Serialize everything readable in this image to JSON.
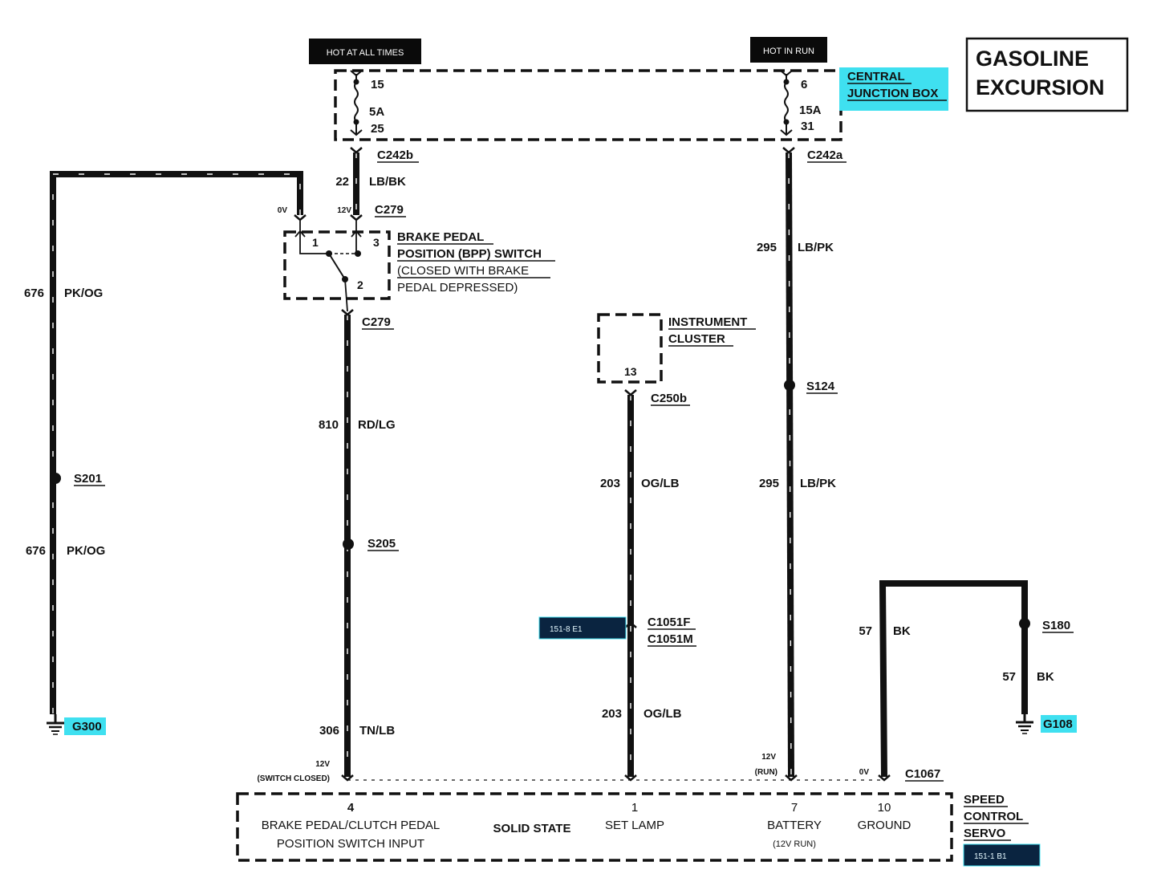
{
  "title": {
    "line1": "GASOLINE",
    "line2": "EXCURSION"
  },
  "power": {
    "hot_at_all_times": "HOT AT ALL TIMES",
    "hot_in_run": "HOT IN RUN"
  },
  "junction_box": {
    "line1": "CENTRAL",
    "line2": "JUNCTION BOX",
    "fuse_left": {
      "pin_top": "15",
      "rating": "5A",
      "pin_bottom": "25"
    },
    "fuse_right": {
      "pin_top": "6",
      "rating": "15A",
      "pin_bottom": "31"
    }
  },
  "connectors": {
    "c242b": "C242b",
    "c242a": "C242a",
    "c279_top": "C279",
    "c279_bottom": "C279",
    "c250b": "C250b",
    "c1051f": "C1051F",
    "c1051m": "C1051M",
    "c1067": "C1067"
  },
  "splices": {
    "s201": "S201",
    "s205": "S205",
    "s124": "S124",
    "s180": "S180"
  },
  "grounds": {
    "g300": "G300",
    "g108": "G108"
  },
  "wires": {
    "w22": {
      "num": "22",
      "color": "LB/BK"
    },
    "w676a": {
      "num": "676",
      "color": "PK/OG"
    },
    "w676b": {
      "num": "676",
      "color": "PK/OG"
    },
    "w810": {
      "num": "810",
      "color": "RD/LG"
    },
    "w306": {
      "num": "306",
      "color": "TN/LB"
    },
    "w203a": {
      "num": "203",
      "color": "OG/LB"
    },
    "w203b": {
      "num": "203",
      "color": "OG/LB"
    },
    "w295a": {
      "num": "295",
      "color": "LB/PK"
    },
    "w295b": {
      "num": "295",
      "color": "LB/PK"
    },
    "w57a": {
      "num": "57",
      "color": "BK"
    },
    "w57b": {
      "num": "57",
      "color": "BK"
    }
  },
  "voltages": {
    "v0_top": "0V",
    "v12_top": "12V",
    "v12_switch": "12V",
    "switch_closed": "(SWITCH CLOSED)",
    "v12_batt": "12V",
    "run": "(RUN)",
    "v0_gnd": "0V"
  },
  "bpp_switch": {
    "line1": "BRAKE PEDAL",
    "line2": "POSITION (BPP) SWITCH",
    "line3": "(CLOSED WITH BRAKE",
    "line4": "PEDAL DEPRESSED)",
    "pin1": "1",
    "pin2": "2",
    "pin3": "3"
  },
  "instrument_cluster": {
    "line1": "INSTRUMENT",
    "line2": "CLUSTER",
    "pin": "13"
  },
  "servo": {
    "line1": "SPEED",
    "line2": "CONTROL",
    "line3": "SERVO",
    "solid_state": "SOLID STATE",
    "pin4": "4",
    "pin4_l1": "BRAKE PEDAL/CLUTCH PEDAL",
    "pin4_l2": "POSITION SWITCH  INPUT",
    "pin1": "1",
    "pin1_l1": "SET LAMP",
    "pin7": "7",
    "pin7_l1": "BATTERY",
    "pin7_l2": "(12V RUN)",
    "pin10": "10",
    "pin10_l1": "GROUND"
  },
  "refs": {
    "ref1": "151-8 E1",
    "ref2": "151-1 B1"
  },
  "colors": {
    "highlight": "#3fe0f0",
    "ref_box": "#0a2440",
    "wire": "#111111"
  }
}
